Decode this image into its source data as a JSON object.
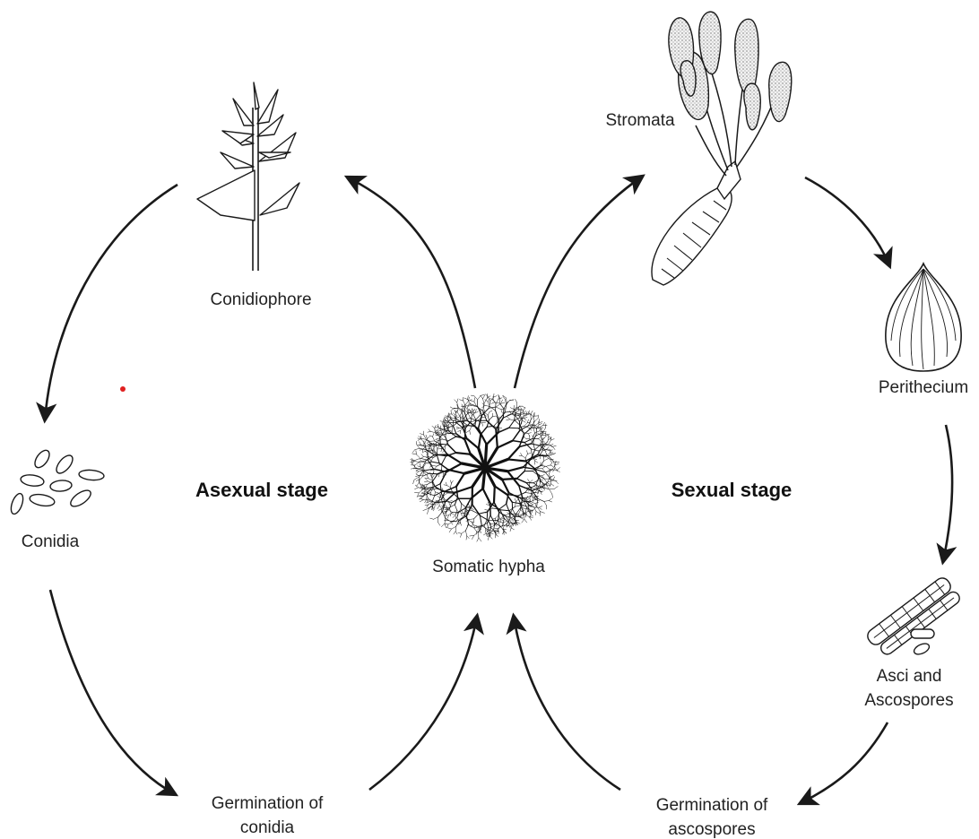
{
  "diagram": {
    "center": {
      "label": "Somatic hypha",
      "icon": "somatic-hypha-mycelium-icon"
    },
    "stages": {
      "asexual": "Asexual stage",
      "sexual": "Sexual stage"
    },
    "nodes": {
      "conidiophore": {
        "label": "Conidiophore",
        "icon": "conidiophore-icon"
      },
      "conidia": {
        "label": "Conidia",
        "icon": "conidia-spores-icon"
      },
      "germination_conidia": {
        "line1": "Germination of",
        "line2": "conidia"
      },
      "stromata": {
        "label": "Stromata",
        "icon": "stromata-sclerotium-icon"
      },
      "perithecium": {
        "label": "Perithecium",
        "icon": "perithecium-icon"
      },
      "asci": {
        "line1": "Asci and",
        "line2": "Ascospores",
        "icon": "asci-ascospores-icon"
      },
      "germination_ascospores": {
        "line1": "Germination of",
        "line2": "ascospores"
      }
    },
    "colors": {
      "ink": "#1a1a1a",
      "marker": "#e02020",
      "background": "#ffffff"
    }
  }
}
